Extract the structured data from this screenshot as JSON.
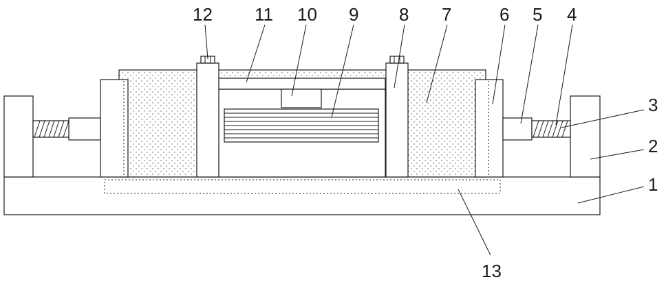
{
  "labels": {
    "l1": "1",
    "l2": "2",
    "l3": "3",
    "l4": "4",
    "l5": "5",
    "l6": "6",
    "l7": "7",
    "l8": "8",
    "l9": "9",
    "l10": "10",
    "l11": "11",
    "l12": "12",
    "l13": "13"
  },
  "colors": {
    "line": "#1a1a1a",
    "background": "#ffffff"
  }
}
